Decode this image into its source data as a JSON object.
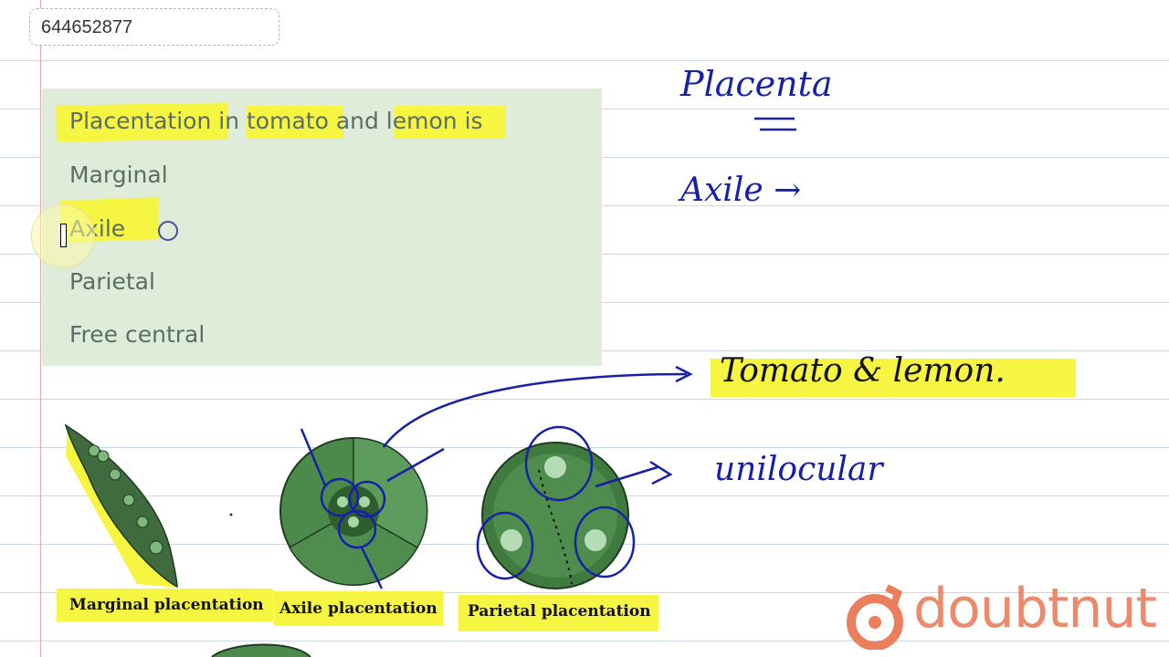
{
  "video_id": "644652877",
  "question": {
    "text": "Placentation in tomato and lemon is",
    "options": [
      "Marginal",
      "Axile",
      "Parietal",
      "Free central"
    ]
  },
  "figure_labels": {
    "marginal": "Marginal placentation",
    "axile": "Axile placentation",
    "parietal": "Parietal placentation"
  },
  "handwritten_notes": {
    "placenta": "Placenta",
    "axile": "Axile →",
    "tomato": "Tomato & lemon.",
    "unilocular": "unilocular"
  },
  "brand": {
    "name": "doubtnut",
    "color": "#ea7e5d"
  },
  "colors": {
    "highlight": "#f5f542",
    "panel": "#dfecd9",
    "ink": "#1720a8",
    "text": "#5a6e66"
  },
  "icons": [
    "cursor-icon",
    "radio-icon",
    "doubtnut-logo-icon"
  ]
}
